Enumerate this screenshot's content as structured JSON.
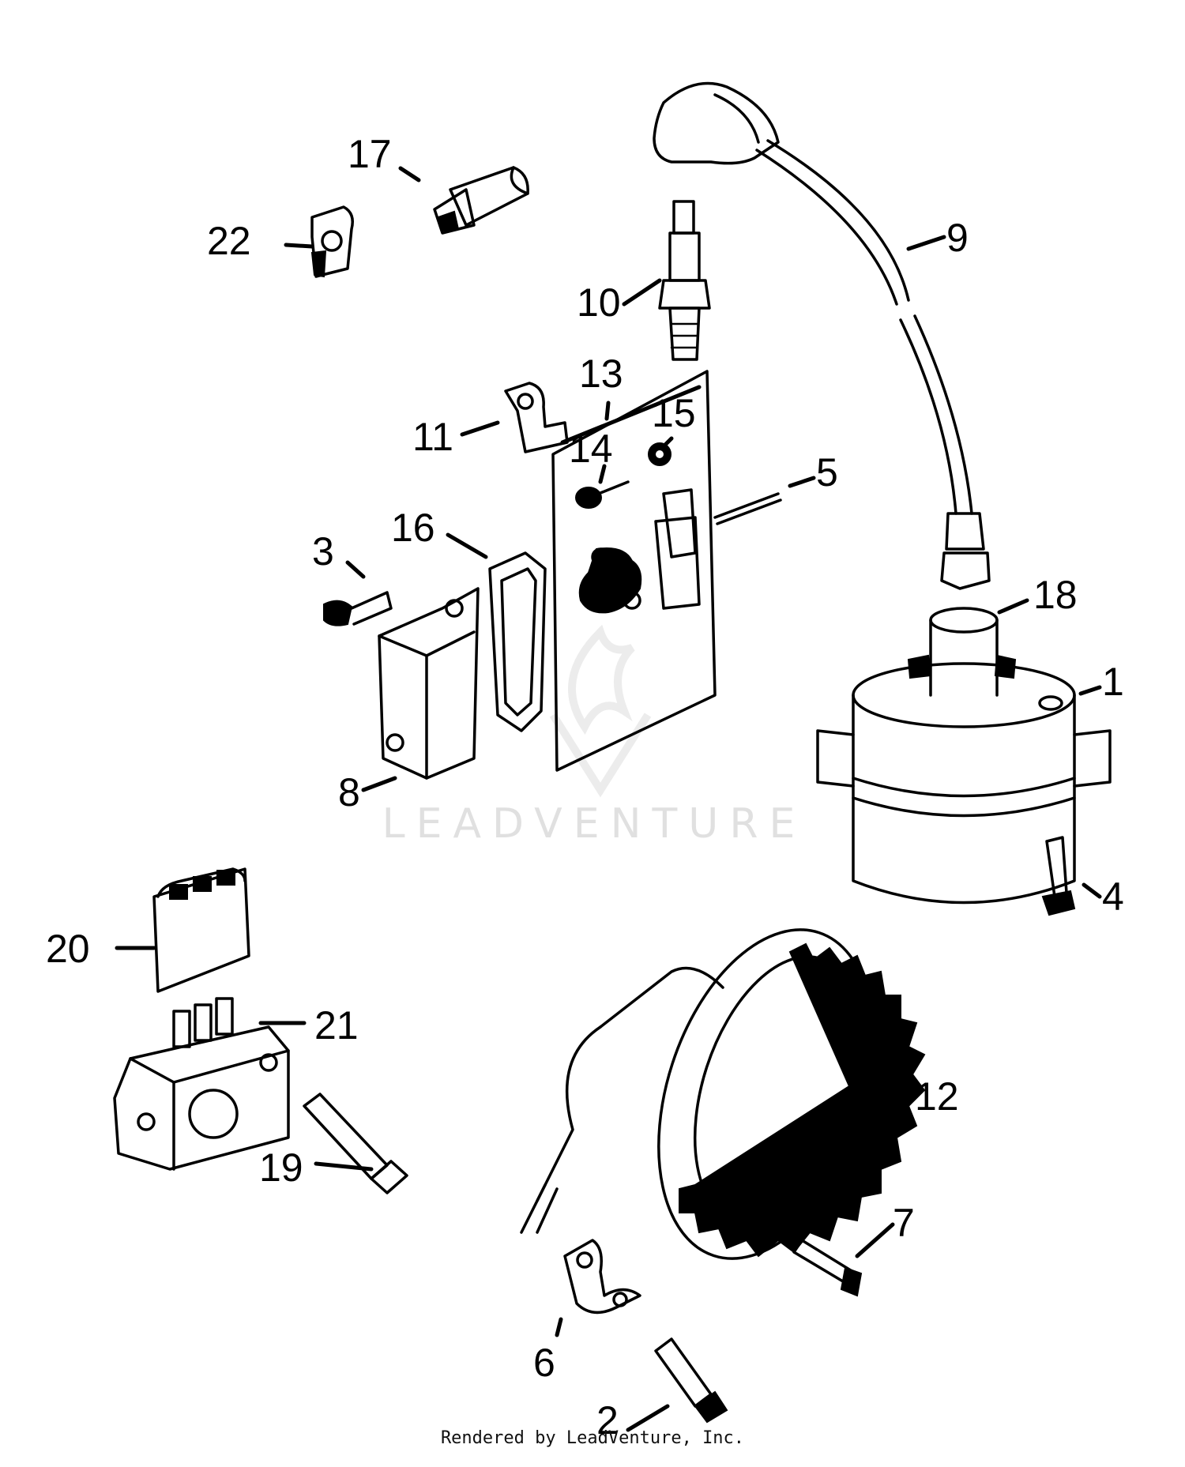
{
  "callouts": [
    {
      "id": "1",
      "label": "1"
    },
    {
      "id": "2",
      "label": "2"
    },
    {
      "id": "3",
      "label": "3"
    },
    {
      "id": "4",
      "label": "4"
    },
    {
      "id": "5",
      "label": "5"
    },
    {
      "id": "6",
      "label": "6"
    },
    {
      "id": "7",
      "label": "7"
    },
    {
      "id": "8",
      "label": "8"
    },
    {
      "id": "9",
      "label": "9"
    },
    {
      "id": "10",
      "label": "10"
    },
    {
      "id": "11",
      "label": "11"
    },
    {
      "id": "12",
      "label": "12"
    },
    {
      "id": "13",
      "label": "13"
    },
    {
      "id": "14",
      "label": "14"
    },
    {
      "id": "15",
      "label": "15"
    },
    {
      "id": "16",
      "label": "16"
    },
    {
      "id": "17",
      "label": "17"
    },
    {
      "id": "18",
      "label": "18"
    },
    {
      "id": "19",
      "label": "19"
    },
    {
      "id": "20",
      "label": "20"
    },
    {
      "id": "21",
      "label": "21"
    },
    {
      "id": "22",
      "label": "22"
    }
  ],
  "watermark": "LEADVENTURE",
  "credit": "Rendered by LeadVenture, Inc."
}
